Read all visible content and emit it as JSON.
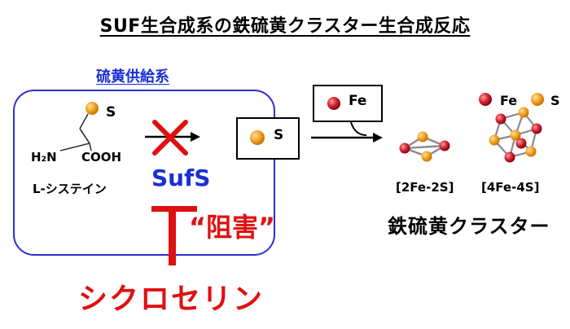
{
  "title": "SUF生合成系の鉄硫黄クラスター生合成反応",
  "sulfur_system": {
    "label": "硫黄供給系",
    "cysteine": {
      "sulfur_label": "S",
      "amine_label": "H₂N",
      "carboxyl_label": "COOH",
      "name": "L-システイン"
    },
    "enzyme": "SufS",
    "inhibition_label": "“阻害”"
  },
  "inhibitor": "シクロセリン",
  "sulfur_box_label": "S",
  "iron_box_label": "Fe",
  "legend": {
    "fe": "Fe",
    "s": "S"
  },
  "clusters": {
    "small": "[2Fe-2S]",
    "large": "[4Fe-4S]"
  },
  "cluster_name": "鉄硫黄クラスター",
  "colors": {
    "blue": "#1a2fd4",
    "red": "#e01010",
    "fe_atom": "#c0182a",
    "s_atom": "#f0a020"
  }
}
